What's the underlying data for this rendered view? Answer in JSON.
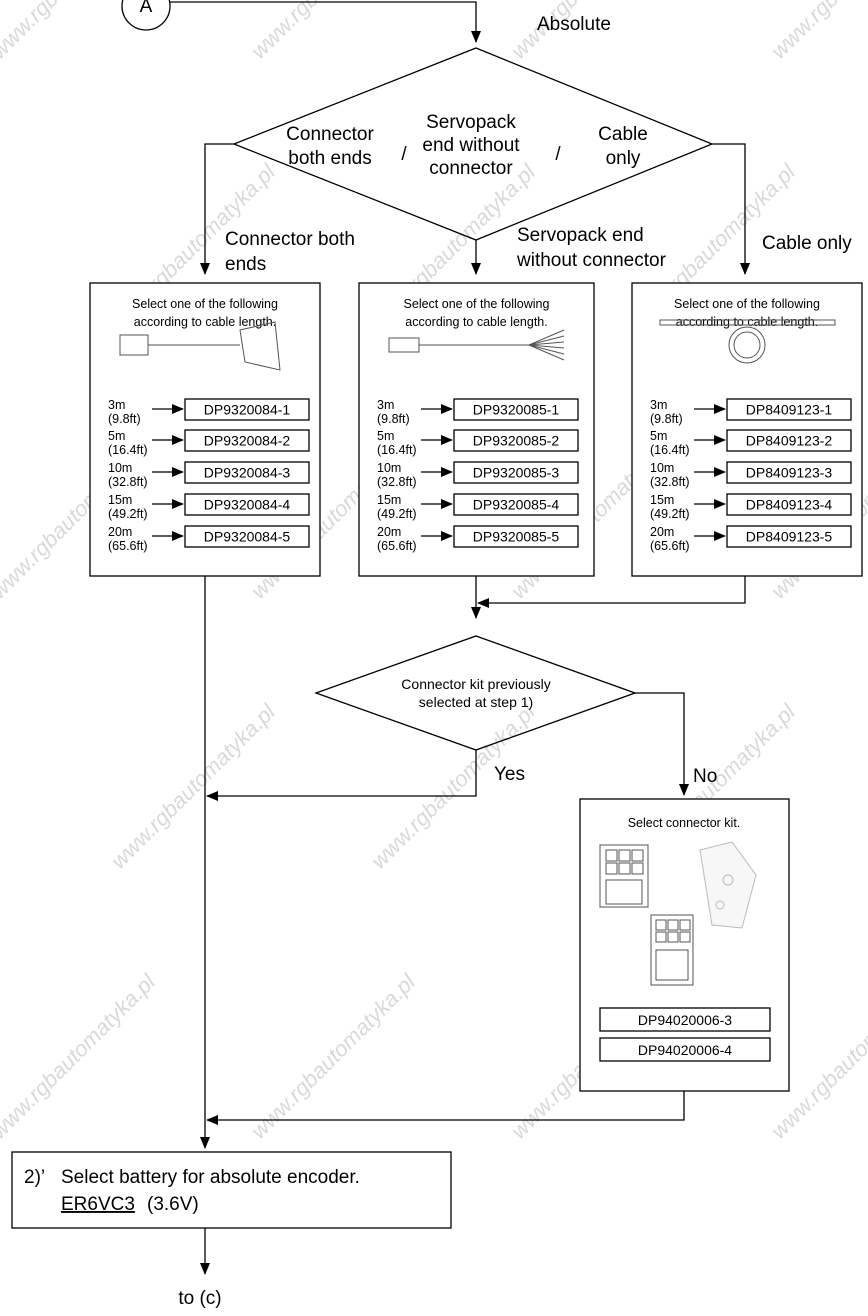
{
  "start_connector": "A",
  "branch_top": "Absolute",
  "decision1": {
    "opt1": [
      "Connector",
      "both ends"
    ],
    "opt2": [
      "Servopack",
      "end without",
      "connector"
    ],
    "opt3": [
      "Cable",
      "only"
    ],
    "sep": "/"
  },
  "arrow_labels": {
    "col1": [
      "Connector both",
      "ends"
    ],
    "col2": [
      "Servopack end",
      "without connector"
    ],
    "col3": "Cable only"
  },
  "selection_header": [
    "Select one of the following",
    "according to cable length."
  ],
  "lengths": [
    {
      "m": "3m",
      "ft": "(9.8ft)"
    },
    {
      "m": "5m",
      "ft": "(16.4ft)"
    },
    {
      "m": "10m",
      "ft": "(32.8ft)"
    },
    {
      "m": "15m",
      "ft": "(49.2ft)"
    },
    {
      "m": "20m",
      "ft": "(65.6ft)"
    }
  ],
  "columns": [
    {
      "icon": "cable-connector-both-ends-icon",
      "parts": [
        "DP9320084-1",
        "DP9320084-2",
        "DP9320084-3",
        "DP9320084-4",
        "DP9320084-5"
      ]
    },
    {
      "icon": "cable-one-end-connector-icon",
      "parts": [
        "DP9320085-1",
        "DP9320085-2",
        "DP9320085-3",
        "DP9320085-4",
        "DP9320085-5"
      ]
    },
    {
      "icon": "cable-coil-icon",
      "parts": [
        "DP8409123-1",
        "DP8409123-2",
        "DP8409123-3",
        "DP8409123-4",
        "DP8409123-5"
      ]
    }
  ],
  "decision2": {
    "text": [
      "Connector kit previously",
      "selected at step 1)"
    ],
    "yes": "Yes",
    "no": "No"
  },
  "connector_kit": {
    "title": "Select connector kit.",
    "icon": "connector-kit-icon",
    "parts": [
      "DP94020006-3",
      "DP94020006-4"
    ]
  },
  "battery": {
    "step": "2)’",
    "text": "Select battery for absolute encoder.",
    "part": "ER6VC3",
    "voltage": "(3.6V)"
  },
  "end_label": "to (c)",
  "watermark": "www.rgbautomatyka.pl"
}
